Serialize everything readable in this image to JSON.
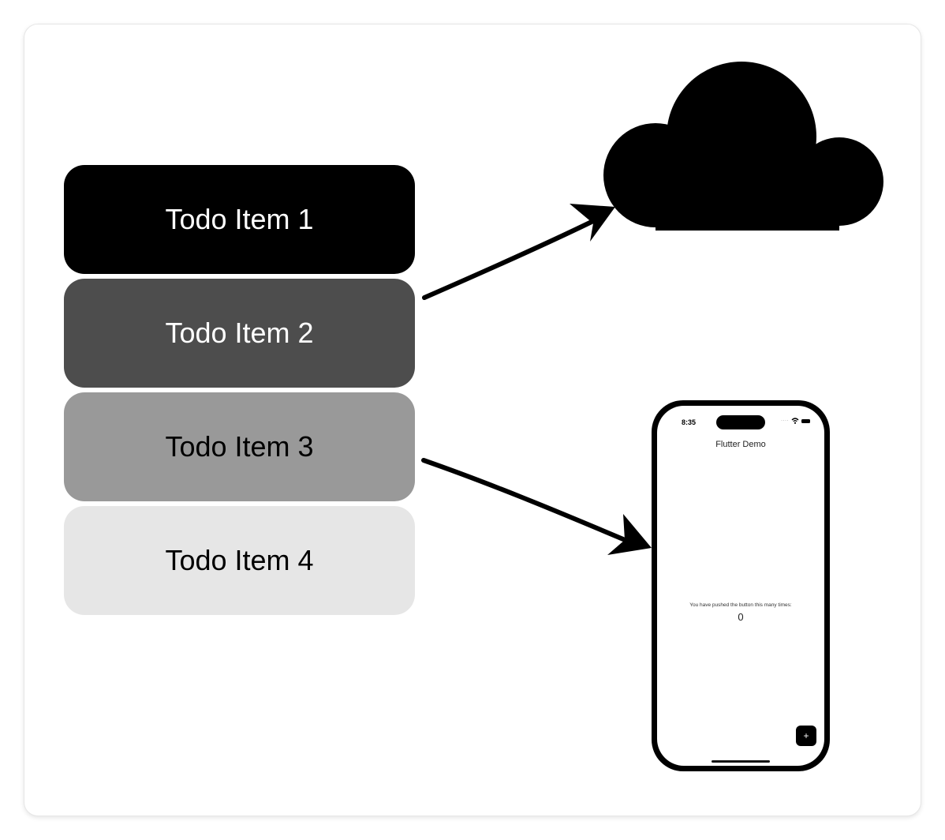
{
  "todos": [
    {
      "label": "Todo Item 1",
      "fill": "#000000"
    },
    {
      "label": "Todo Item 2",
      "fill": "#4d4d4d"
    },
    {
      "label": "Todo Item 3",
      "fill": "#999999"
    },
    {
      "label": "Todo Item 4",
      "fill": "#e6e6e6"
    }
  ],
  "cloud": {
    "icon": "cloud-icon",
    "fill": "#000000"
  },
  "phone": {
    "time": "8:35",
    "app_title": "Flutter Demo",
    "counter_message": "You have pushed the button this many times:",
    "counter_value": "0",
    "fab_label": "+"
  }
}
